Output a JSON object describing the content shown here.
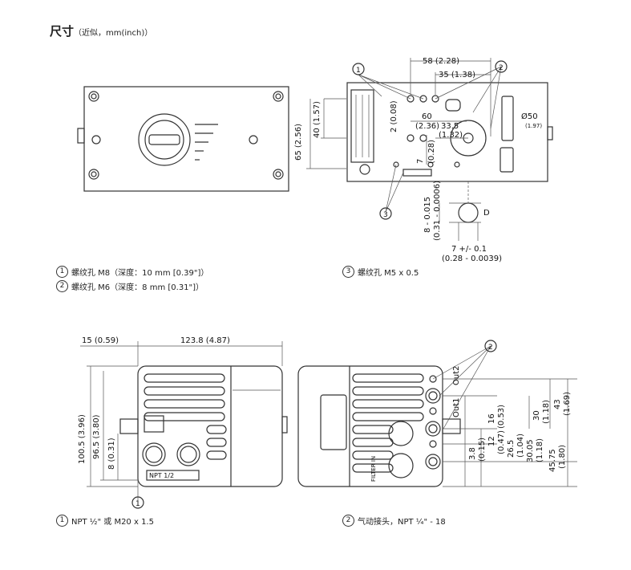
{
  "title": {
    "main": "尺寸",
    "sub": "（近似，mm(inch)）"
  },
  "legend": {
    "l1": {
      "num": "1",
      "text": "螺纹孔 M8（深度：10 mm [0.39\"]）"
    },
    "l2": {
      "num": "2",
      "text": "螺纹孔 M6（深度：8 mm [0.31\"]）"
    },
    "l3": {
      "num": "3",
      "text": "螺纹孔 M5 x 0.5"
    },
    "l4": {
      "num": "1",
      "text": "NPT ½\" 或 M20 x 1.5"
    },
    "l5": {
      "num": "2",
      "text": "气动接头，NPT ¼\" - 18"
    }
  },
  "dims": {
    "d58": "58 (2.28)",
    "d35": "35 (1.38)",
    "d60": "60",
    "d60i": "(2.36)",
    "d33": "33.5",
    "d33i": "(1.32)",
    "d2": "2 (0.08)",
    "d7": "7",
    "d028": "(0.28)",
    "d65": "65 (2.56)",
    "d40": "40 (1.57)",
    "dphi": "Ø50",
    "dphii": "(1.97)",
    "d8": "8 - 0.015",
    "d8i": "(0.31 - 0.0006)",
    "dD": "D",
    "d7p": "7 +/- 0.1",
    "d7pi": "(0.28 - 0.0039)",
    "c1": "1",
    "c2": "2",
    "c3": "3",
    "d15": "15 (0.59)",
    "d123": "123.8 (4.87)",
    "d100": "100.5 (3.96)",
    "d96": "96.5 (3.80)",
    "d8b": "8 (0.31)",
    "npt": "NPT 1/2",
    "c1b": "1",
    "out2": "Out2",
    "out1": "Out1",
    "c2b": "2",
    "fil": "FILTER IN",
    "d16": "16",
    "d16i": "(0.53)",
    "d12": "12",
    "d12i": "(0.47)",
    "d38": "3.8",
    "d38i": "(0.15)",
    "d30": "30",
    "d30i": "(1.18)",
    "d43": "43",
    "d43i": "(1.69)",
    "d265": "26.5",
    "d265i": "(1.04)",
    "d3005": "30.05",
    "d3005i": "(1.18)",
    "d4575": "45.75",
    "d4575i": "(1.80)"
  }
}
